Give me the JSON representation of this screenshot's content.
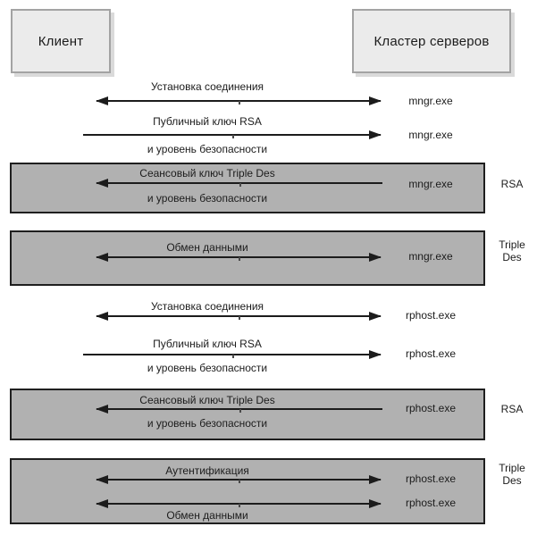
{
  "nodes": {
    "client": {
      "label": "Клиент"
    },
    "server_cluster": {
      "label": "Кластер серверов"
    }
  },
  "messages": [
    {
      "line1": "Установка соединения",
      "process": "mngr.exe",
      "direction": "both"
    },
    {
      "line1": "Публичный ключ RSA",
      "line2": "и уровень безопасности",
      "process": "mngr.exe",
      "direction": "to-server"
    },
    {
      "line1": "Сеансовый ключ Triple Des",
      "line2": "и уровень безопасности",
      "process": "mngr.exe",
      "direction": "to-client"
    },
    {
      "line1": "Обмен данными",
      "process": "mngr.exe",
      "direction": "both"
    },
    {
      "line1": "Установка соединения",
      "process": "rphost.exe",
      "direction": "both"
    },
    {
      "line1": "Публичный ключ RSA",
      "line2": "и уровень безопасности",
      "process": "rphost.exe",
      "direction": "to-server"
    },
    {
      "line1": "Сеансовый ключ Triple Des",
      "line2": "и уровень безопасности",
      "process": "rphost.exe",
      "direction": "to-client"
    },
    {
      "line1": "Аутентификация",
      "process": "rphost.exe",
      "direction": "both"
    },
    {
      "line1": "Обмен данными",
      "process": "rphost.exe",
      "direction": "both"
    }
  ],
  "encryption_bands": [
    {
      "label": "RSA"
    },
    {
      "label": "Triple Des"
    },
    {
      "label": "RSA"
    },
    {
      "label": "Triple Des"
    }
  ],
  "colors": {
    "node_fill": "#ebebeb",
    "node_border": "#a3a3a3",
    "band_fill": "#b1b1b1",
    "band_border": "#1f1f1f",
    "arrow": "#1c1c1c",
    "text": "#1c1c1c"
  }
}
